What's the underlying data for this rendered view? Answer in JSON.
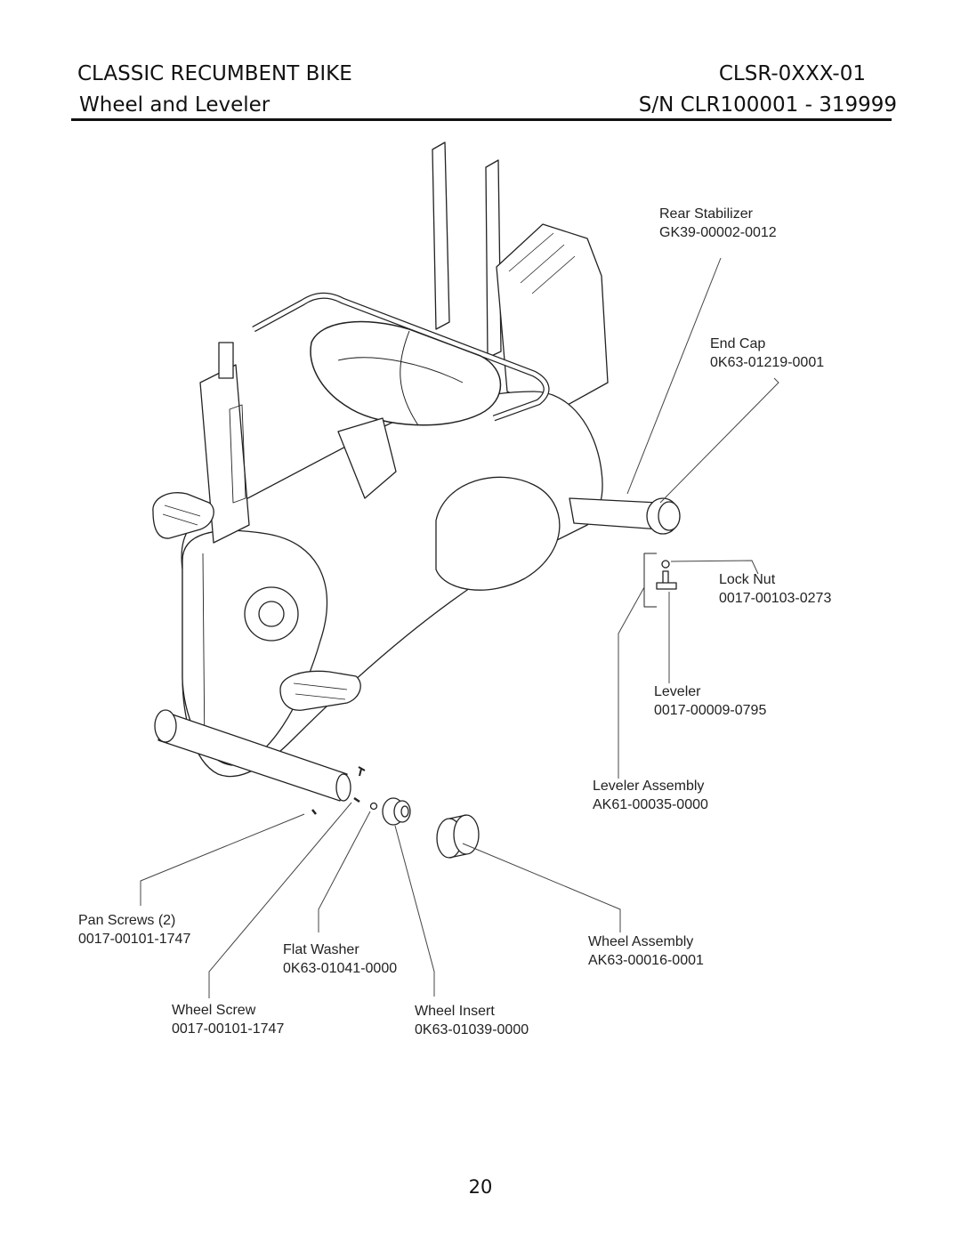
{
  "header": {
    "title": "CLASSIC RECUMBENT BIKE",
    "subtitle": "Wheel and Leveler",
    "model": "CLSR-0XXX-01",
    "serial": "S/N CLR100001 - 319999"
  },
  "parts": [
    {
      "name": "Rear Stabilizer",
      "number": "GK39-00002-0012"
    },
    {
      "name": "End Cap",
      "number": "0K63-01219-0001"
    },
    {
      "name": "Lock Nut",
      "number": "0017-00103-0273"
    },
    {
      "name": "Leveler",
      "number": "0017-00009-0795"
    },
    {
      "name": "Leveler Assembly",
      "number": "AK61-00035-0000"
    },
    {
      "name": "Pan Screws (2)",
      "number": "0017-00101-1747"
    },
    {
      "name": "Flat Washer",
      "number": "0K63-01041-0000"
    },
    {
      "name": "Wheel Assembly",
      "number": "AK63-00016-0001"
    },
    {
      "name": "Wheel Screw",
      "number": "0017-00101-1747"
    },
    {
      "name": "Wheel Insert",
      "number": "0K63-01039-0000"
    }
  ],
  "page_number": "20"
}
